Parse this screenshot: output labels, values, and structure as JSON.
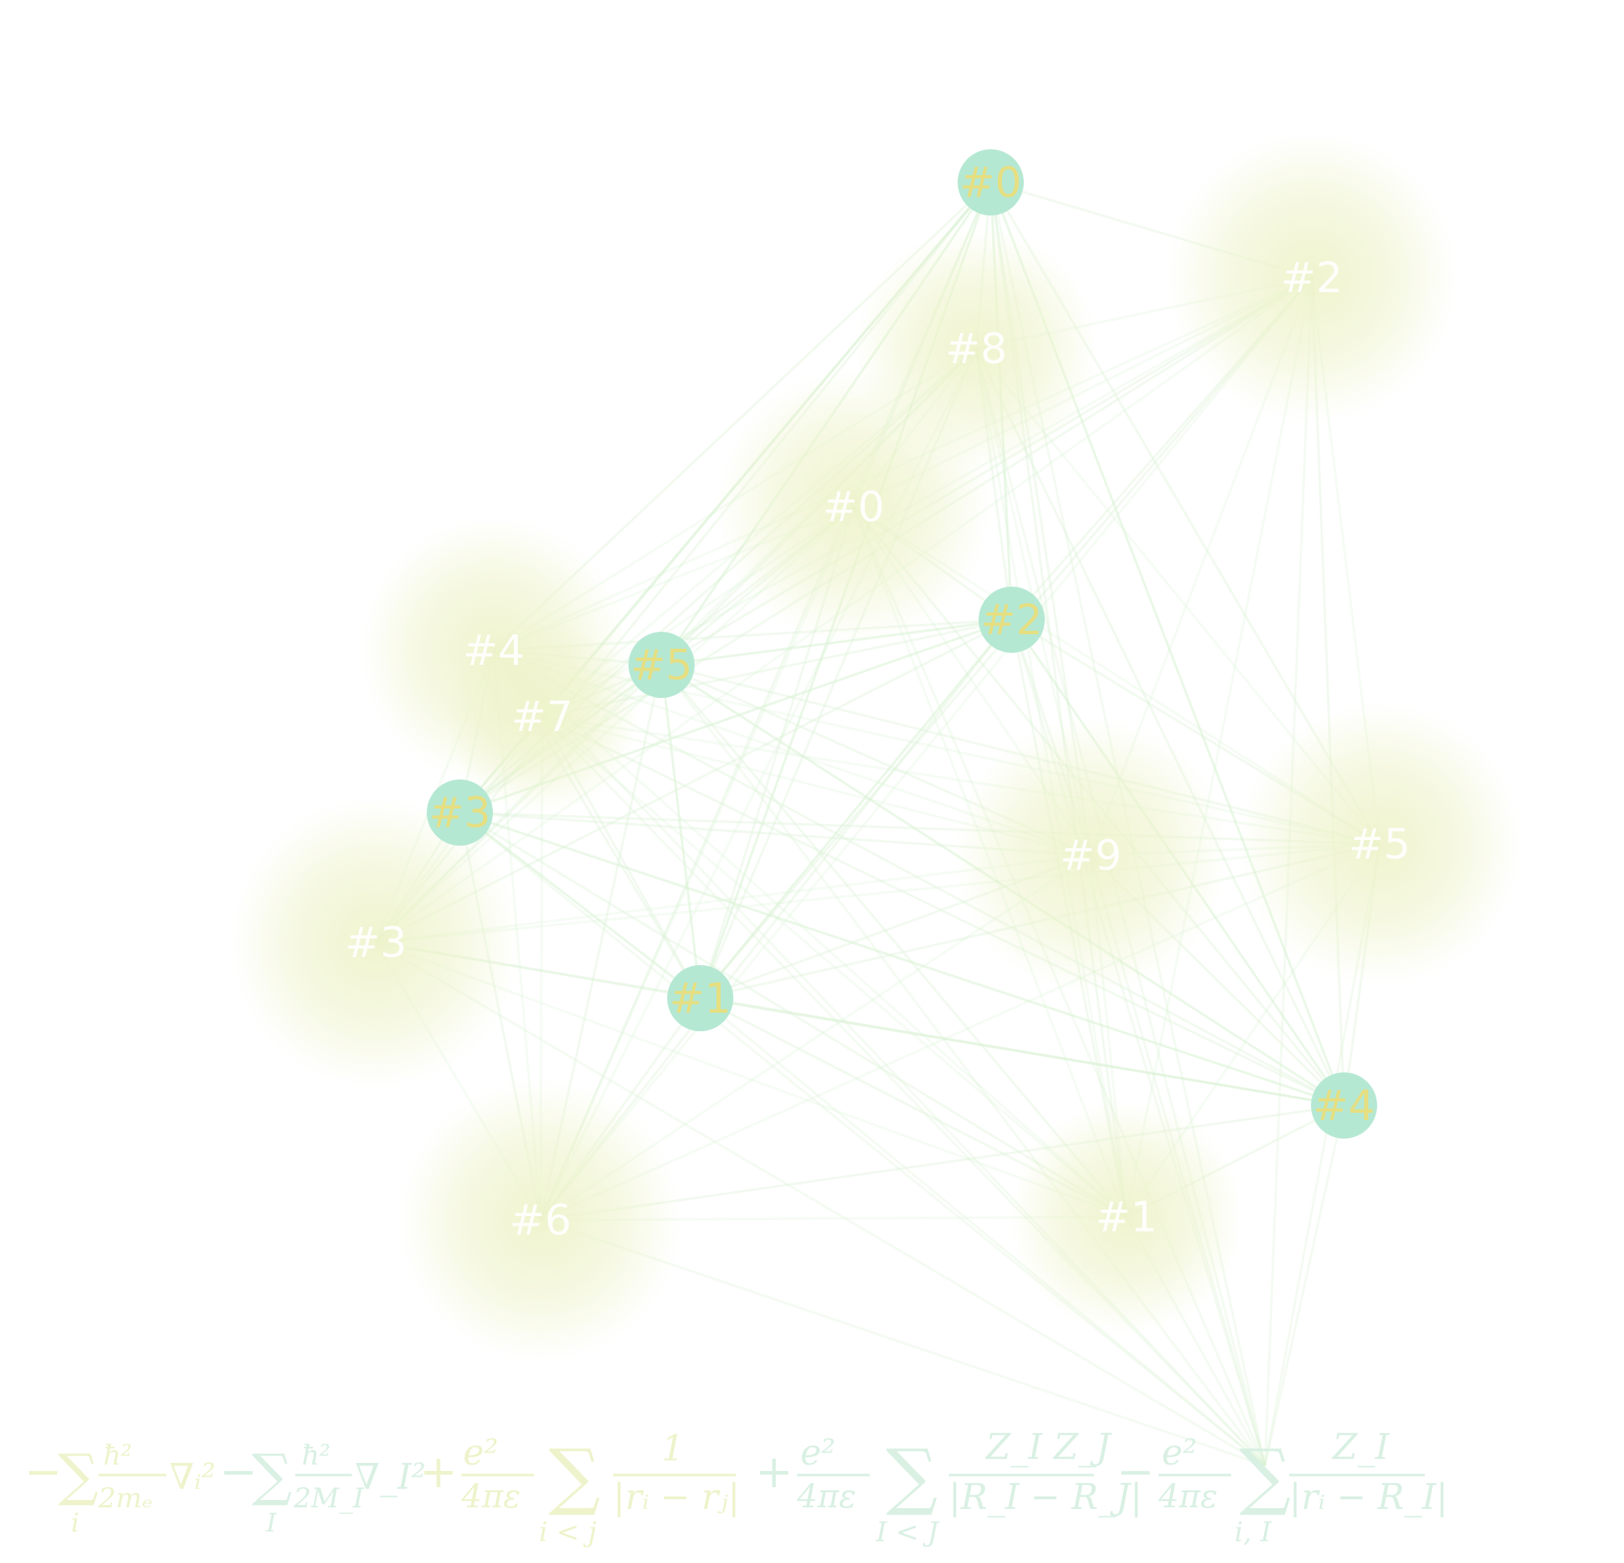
{
  "colors": {
    "background": "#ffffff",
    "nucleus_fill": "#b5e8d3",
    "nucleus_label": "#e6df82",
    "electron_cloud": "#eef3c9",
    "electron_label": "#ffffff",
    "edge": "#d9f2d4",
    "formula_electron": "#eef3c9",
    "formula_nuclear": "#d7f0e2"
  },
  "nuclei": [
    {
      "label": "#0"
    },
    {
      "label": "#2"
    },
    {
      "label": "#5"
    },
    {
      "label": "#3"
    },
    {
      "label": "#1"
    },
    {
      "label": "#4"
    }
  ],
  "electrons": [
    {
      "label": "#2"
    },
    {
      "label": "#8"
    },
    {
      "label": "#0"
    },
    {
      "label": "#4"
    },
    {
      "label": "#7"
    },
    {
      "label": "#3"
    },
    {
      "label": "#9"
    },
    {
      "label": "#5"
    },
    {
      "label": "#6"
    },
    {
      "label": "#1"
    }
  ],
  "hamiltonian": {
    "kinetic_electron": "−∑ ħ²/2mₑ ∇ᵢ²",
    "kinetic_nuclear": "−∑ ħ²/2M_I ∇_I²",
    "electron_electron": "+ e²/4πε ∑ 1/|rᵢ − rⱼ|",
    "nuclear_nuclear": "+ e²/4πε ∑ Z_I Z_J/|R_I − R_J|",
    "electron_nuclear": "− e²/4πε ∑ Z_I/|rᵢ − R_I|"
  }
}
